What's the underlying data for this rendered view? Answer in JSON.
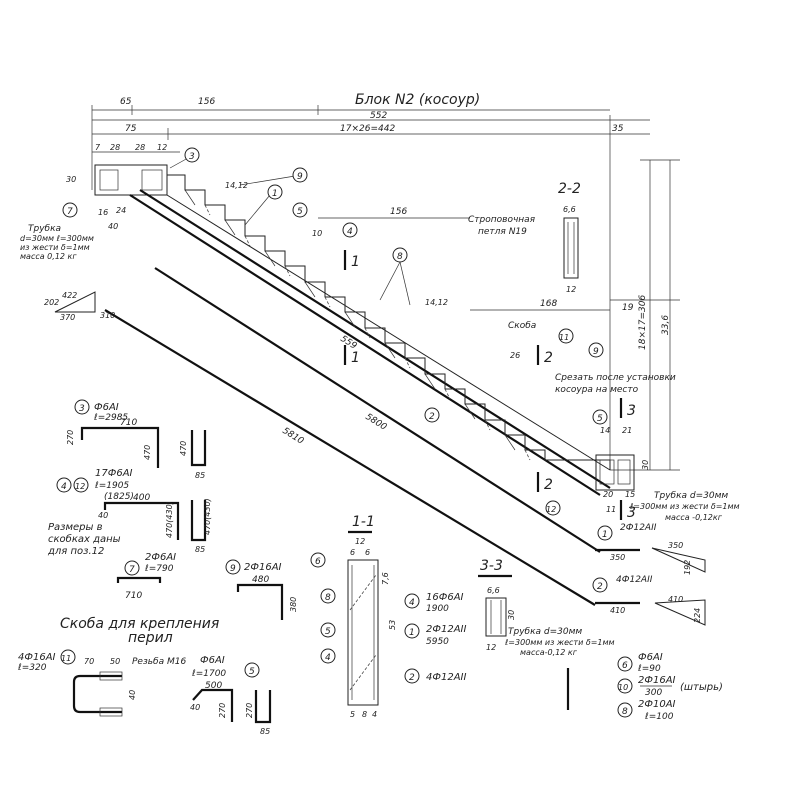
{
  "title": "Блок N2 (косоур)",
  "dims_top": {
    "d65": "65",
    "d156": "156",
    "d552": "552",
    "d35": "35",
    "d75": "75",
    "d442": "17×26=442",
    "d7": "7",
    "d28a": "28",
    "d28b": "28",
    "d12": "12",
    "d30": "30",
    "d16": "16",
    "d24": "24",
    "d40": "40",
    "d1412": "14,12",
    "d10": "10",
    "d156b": "156",
    "d168": "168",
    "d19": "19",
    "d336": "33,6",
    "d306": "18×17=306",
    "d1412b": "14,12",
    "d26": "26",
    "d14": "14",
    "d21": "21",
    "d30b": "30",
    "d20": "20",
    "d15": "15",
    "d11": "11",
    "d559": "559",
    "d5800": "5800",
    "d5810": "5810"
  },
  "notes": {
    "tube_left": [
      "Трубка",
      "d=30мм ℓ=300мм",
      "из жести δ=1мм",
      "масса 0,12 кг"
    ],
    "lifting_loop": [
      "Строповочная",
      "петля N19"
    ],
    "bracket": "Скоба",
    "cut": [
      "Срезать после установки",
      "косоура на место"
    ],
    "tube_right": [
      "Трубка d=30мм",
      "ℓ=300мм из жести δ=1мм",
      "масса -0,12кг"
    ],
    "tube_33": [
      "Трубка d=30мм",
      "ℓ=300мм из жести δ=1мм",
      "масса-0,12 кг"
    ],
    "sizes_note": [
      "Размеры в",
      "скобках даны",
      "для поз.12"
    ],
    "bracket_title": [
      "Скоба для крепления",
      "перил"
    ]
  },
  "sections": {
    "s22": "2-2",
    "s11": "1-1",
    "s33": "3-3",
    "mark1": "1",
    "mark2": "2",
    "mark3": "3"
  },
  "items": {
    "p3": {
      "num": "3",
      "spec": "Ф6АI",
      "len": "ℓ=2985",
      "d710": "710",
      "d270": "270",
      "d470": "470",
      "d85": "85"
    },
    "p4": {
      "num": "4",
      "num2": "12",
      "spec": "17Ф6АI",
      "len": "ℓ=1905",
      "len2": "(1825)",
      "d400": "400",
      "d40": "40",
      "d470": "470(430)",
      "d85": "85"
    },
    "p7": {
      "num": "7",
      "spec": "2Ф6АI",
      "len": "ℓ=790",
      "d710": "710"
    },
    "p9": {
      "num": "9",
      "spec": "2Ф16АI",
      "d480": "480",
      "d380": "380"
    },
    "p11": {
      "num": "11",
      "spec": "4Ф16АI",
      "len": "ℓ=320",
      "d70": "70",
      "d50": "50",
      "thread": "Резьба М16",
      "d40": "40"
    },
    "p5": {
      "num": "5",
      "spec": "Ф6АI",
      "len": "ℓ=1700",
      "d500": "500",
      "d40": "40",
      "d270a": "270",
      "d270b": "270",
      "d85": "85"
    },
    "p1": {
      "num": "1",
      "spec": "2Ф12АII",
      "d350": "350",
      "d192": "192",
      "d350b": "350"
    },
    "p2": {
      "num": "2",
      "spec": "4Ф12АII",
      "d410": "410",
      "d224": "224",
      "d410b": "410"
    },
    "p4s": {
      "spec": "16Ф6АI",
      "len": "1900"
    },
    "p1s": {
      "spec": "2Ф12АII",
      "len": "5950"
    },
    "p2s": {
      "spec": "4Ф12АII"
    },
    "p6": {
      "num": "6",
      "spec": "Ф6АI",
      "len": "ℓ=90"
    },
    "p10": {
      "num": "10",
      "spec": "2Ф16АI",
      "len": "300",
      "note": "(штырь)"
    },
    "p8": {
      "num": "8",
      "spec": "2Ф10АI",
      "len": "ℓ=100"
    }
  },
  "tri_left": {
    "d422": "422",
    "d202": "202",
    "d370": "370",
    "d310": "310"
  },
  "sec11": {
    "d12": "12",
    "d6a": "6",
    "d6b": "6",
    "d76": "7,6",
    "d53": "53",
    "d5a": "5",
    "d8": "8",
    "d4": "4"
  },
  "sec22": {
    "d66": "6,6",
    "d12": "12"
  },
  "sec33": {
    "d66": "6,6",
    "d30": "30",
    "d12": "12"
  }
}
